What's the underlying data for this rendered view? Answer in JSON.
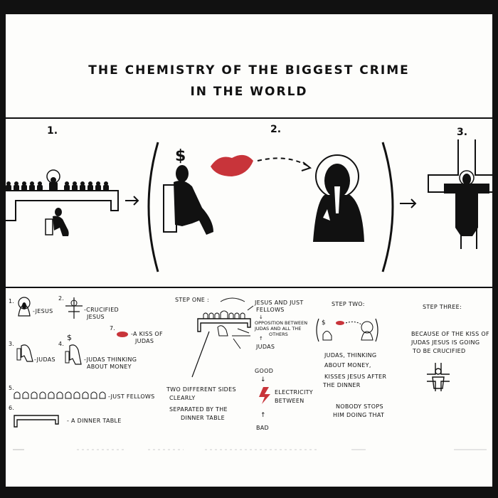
{
  "title": {
    "line1": "THE CHEMISTRY OF THE BIGGEST CRIME",
    "line2": "IN THE WORLD"
  },
  "panels": {
    "num1": "1.",
    "num2": "2.",
    "num3": "3.",
    "dollar": "$"
  },
  "legend": {
    "items": [
      {
        "num": "1.",
        "label": "-JESUS"
      },
      {
        "num": "2.",
        "label": "-CRUCIFIED",
        "label2": "JESUS"
      },
      {
        "num": "7.",
        "label": "-A KISS OF",
        "label2": "JUDAS"
      },
      {
        "num": "3.",
        "label": "-JUDAS"
      },
      {
        "num": "4.",
        "label": "-JUDAS THINKING",
        "label2": "ABOUT MONEY"
      },
      {
        "num": "5.",
        "label": "-JUST FELLOWS"
      },
      {
        "num": "6.",
        "label": "- A DINNER TABLE"
      }
    ]
  },
  "step_one": {
    "heading": "STEP ONE :",
    "jesus_fellows_1": "JESUS AND JUST",
    "jesus_fellows_2": "FELLOWS",
    "opposition_1": "OPPOSITION BETWEEN",
    "opposition_2": "JUDAS AND ALL THE",
    "opposition_3": "OTHERS",
    "judas": "JUDAS",
    "two_sides_1": "TWO DIFFERENT SIDES",
    "two_sides_2": "CLEARLY",
    "separated_1": "SEPARATED BY THE",
    "separated_2": "DINNER TABLE",
    "good": "GOOD",
    "bad": "BAD",
    "electricity_1": "ELECTRICITY",
    "electricity_2": "BETWEEN"
  },
  "step_two": {
    "heading": "STEP TWO:",
    "text_1": "JUDAS, THINKING",
    "text_2": "ABOUT MONEY,",
    "text_3": "KISSES JESUS AFTER",
    "text_4": "THE DINNER",
    "nobody_1": "NOBODY STOPS",
    "nobody_2": "HIM DOING THAT"
  },
  "step_three": {
    "heading": "STEP THREE:",
    "text_1": "BECAUSE OF THE KISS OF",
    "text_2": "JUDAS JESUS IS GOING",
    "text_3": "TO BE CRUCIFIED"
  },
  "colors": {
    "ink": "#111111",
    "kiss_red": "#c8343a",
    "paper": "#fdfdfb"
  }
}
